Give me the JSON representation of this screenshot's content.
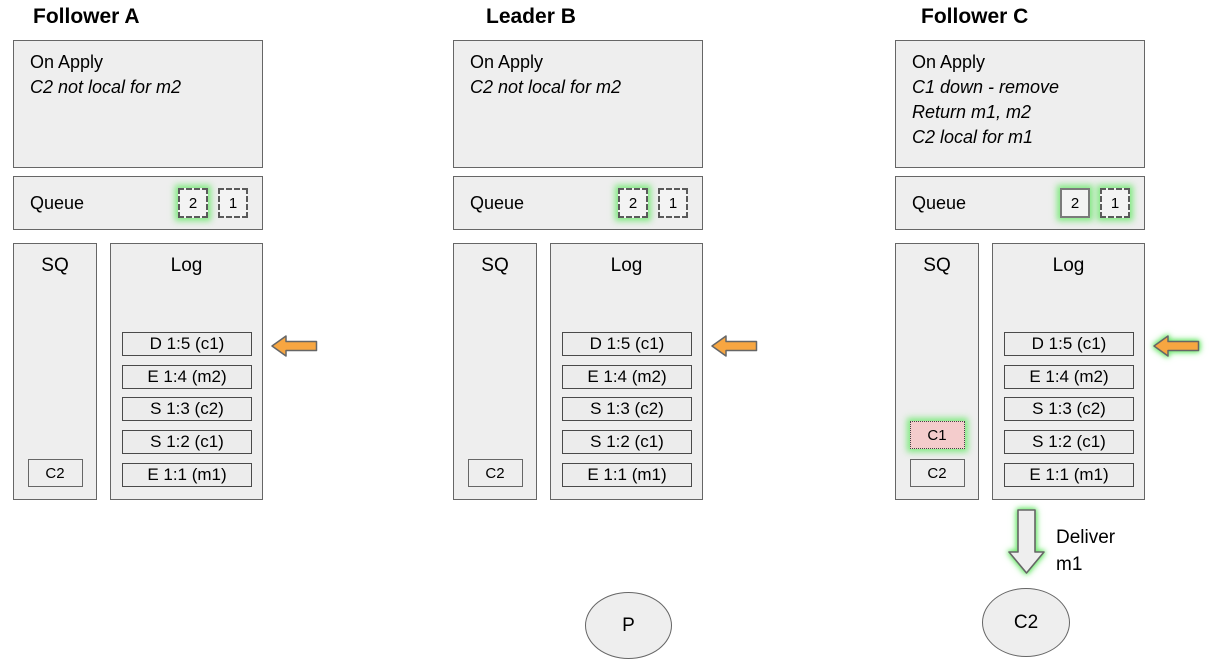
{
  "colors": {
    "background": "#ffffff",
    "box_fill": "#eeeeee",
    "box_border": "#666666",
    "log_entry_border": "#4a4a4a",
    "highlight_glow_green": "#74e974",
    "arrow_orange_fill": "#f7a641",
    "arrow_outline": "#666666",
    "blocked_item_pink": "#f4cccc"
  },
  "columns": [
    {
      "title": "Follower A",
      "on_apply": {
        "heading": "On Apply",
        "lines": [
          "C2 not local for m2"
        ]
      },
      "queue": {
        "label": "Queue",
        "items": [
          {
            "value": "2"
          },
          {
            "value": "1"
          }
        ]
      },
      "sq": {
        "label": "SQ",
        "items": [
          {
            "value": "C2"
          }
        ]
      },
      "log": {
        "label": "Log",
        "entries": [
          "D 1:5 (c1)",
          "E 1:4 (m2)",
          "S 1:3 (c2)",
          "S 1:2 (c1)",
          "E 1:1 (m1)"
        ]
      }
    },
    {
      "title": "Leader B",
      "on_apply": {
        "heading": "On Apply",
        "lines": [
          "C2 not local for m2"
        ]
      },
      "queue": {
        "label": "Queue",
        "items": [
          {
            "value": "2"
          },
          {
            "value": "1"
          }
        ]
      },
      "sq": {
        "label": "SQ",
        "items": [
          {
            "value": "C2"
          }
        ]
      },
      "log": {
        "label": "Log",
        "entries": [
          "D 1:5 (c1)",
          "E 1:4 (m2)",
          "S 1:3 (c2)",
          "S 1:2 (c1)",
          "E 1:1 (m1)"
        ]
      },
      "process": {
        "label": "P"
      }
    },
    {
      "title": "Follower C",
      "on_apply": {
        "heading": "On Apply",
        "lines": [
          "C1 down - remove",
          "Return m1, m2",
          "C2 local for m1"
        ]
      },
      "queue": {
        "label": "Queue",
        "items": [
          {
            "value": "2"
          },
          {
            "value": "1"
          }
        ]
      },
      "sq": {
        "label": "SQ",
        "items": [
          {
            "value": "C1"
          },
          {
            "value": "C2"
          }
        ]
      },
      "log": {
        "label": "Log",
        "entries": [
          "D 1:5 (c1)",
          "E 1:4 (m2)",
          "S 1:3 (c2)",
          "S 1:2 (c1)",
          "E 1:1 (m1)"
        ]
      },
      "deliver": {
        "lines": [
          "Deliver",
          "m1"
        ]
      },
      "consumer": {
        "label": "C2"
      }
    }
  ]
}
